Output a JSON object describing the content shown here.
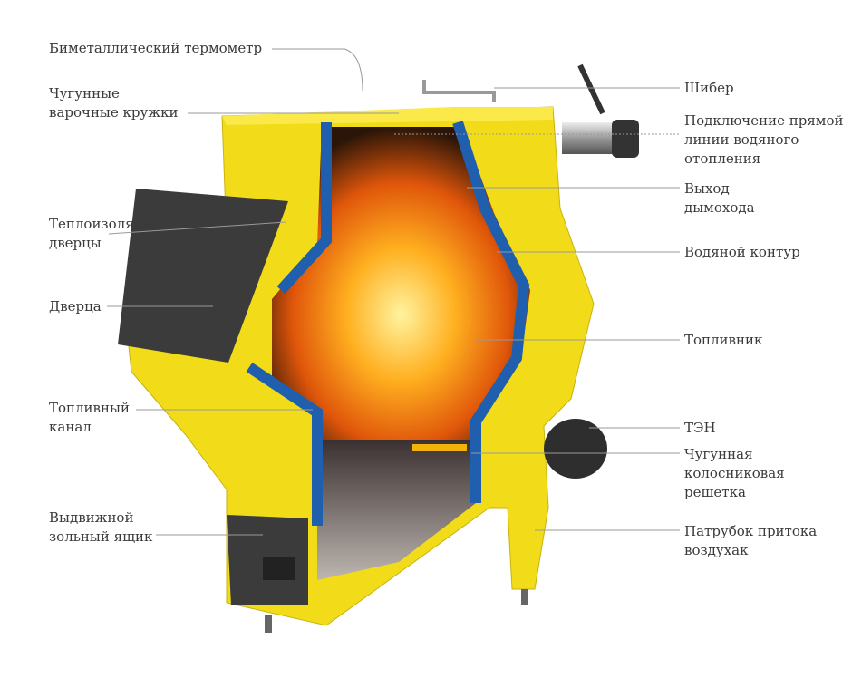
{
  "labels": {
    "thermometer": "Биметаллический термометр",
    "cooking_rings": "Чугунные\nварочные кружки",
    "door_insulation": "Теплоизоляция\nдверцы",
    "door": "Дверца",
    "fuel_channel": "Топливный\nканал",
    "ash_drawer": "Выдвижной\nзольный ящик",
    "damper": "Шибер",
    "heating_connection": "Подключение прямой\nлинии водяного\nотопления",
    "flue_outlet": "Выход\nдымохода",
    "water_circuit": "Водяной контур",
    "firebox": "Топливник",
    "heating_element": "ТЭН",
    "grate": "Чугунная\nколосниковая\nрешетка",
    "air_inlet": "Патрубок притока\nвоздухак"
  },
  "colors": {
    "body": "#f2dc1a",
    "insulation": "#1f5fae",
    "door": "#3b3b3b",
    "fire": "#f08a12"
  }
}
